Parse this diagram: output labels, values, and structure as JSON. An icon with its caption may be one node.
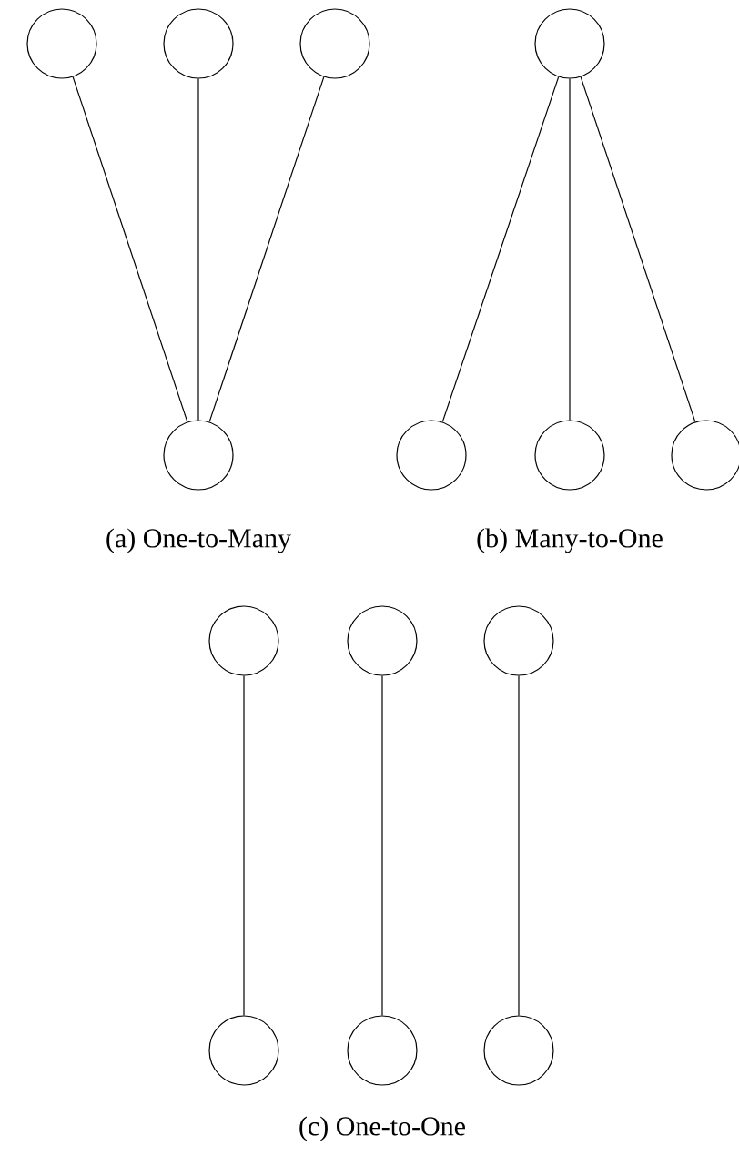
{
  "diagram": {
    "nodes": [
      {
        "text": [],
        "shape": "circle"
      },
      {
        "text": [],
        "shape": "circle"
      },
      {
        "text": [],
        "shape": "circle"
      },
      {
        "text": [],
        "shape": "circle"
      },
      {
        "text": [],
        "shape": "circle"
      },
      {
        "text": [],
        "shape": "circle"
      },
      {
        "text": [],
        "shape": "circle"
      },
      {
        "text": [],
        "shape": "circle"
      },
      {
        "text": [],
        "shape": "circle"
      },
      {
        "text": [],
        "shape": "circle"
      },
      {
        "text": [],
        "shape": "circle"
      },
      {
        "text": [],
        "shape": "circle"
      },
      {
        "text": [],
        "shape": "circle"
      },
      {
        "text": [],
        "shape": "circle"
      }
    ],
    "edges": [
      {
        "from": 0,
        "to": 4,
        "arrow": "none"
      },
      {
        "from": 1,
        "to": 4,
        "arrow": "none"
      },
      {
        "from": 2,
        "to": 4,
        "arrow": "none"
      },
      {
        "from": 3,
        "to": 5,
        "arrow": "none"
      },
      {
        "from": 3,
        "to": 6,
        "arrow": "none"
      },
      {
        "from": 3,
        "to": 7,
        "arrow": "none"
      },
      {
        "from": 8,
        "to": 11,
        "arrow": "none"
      },
      {
        "from": 9,
        "to": 12,
        "arrow": "none"
      },
      {
        "from": 10,
        "to": 13,
        "arrow": "none"
      }
    ],
    "labels": [
      "(a) One-to-Many",
      "(b) Many-to-One",
      "(c) One-to-One"
    ]
  }
}
